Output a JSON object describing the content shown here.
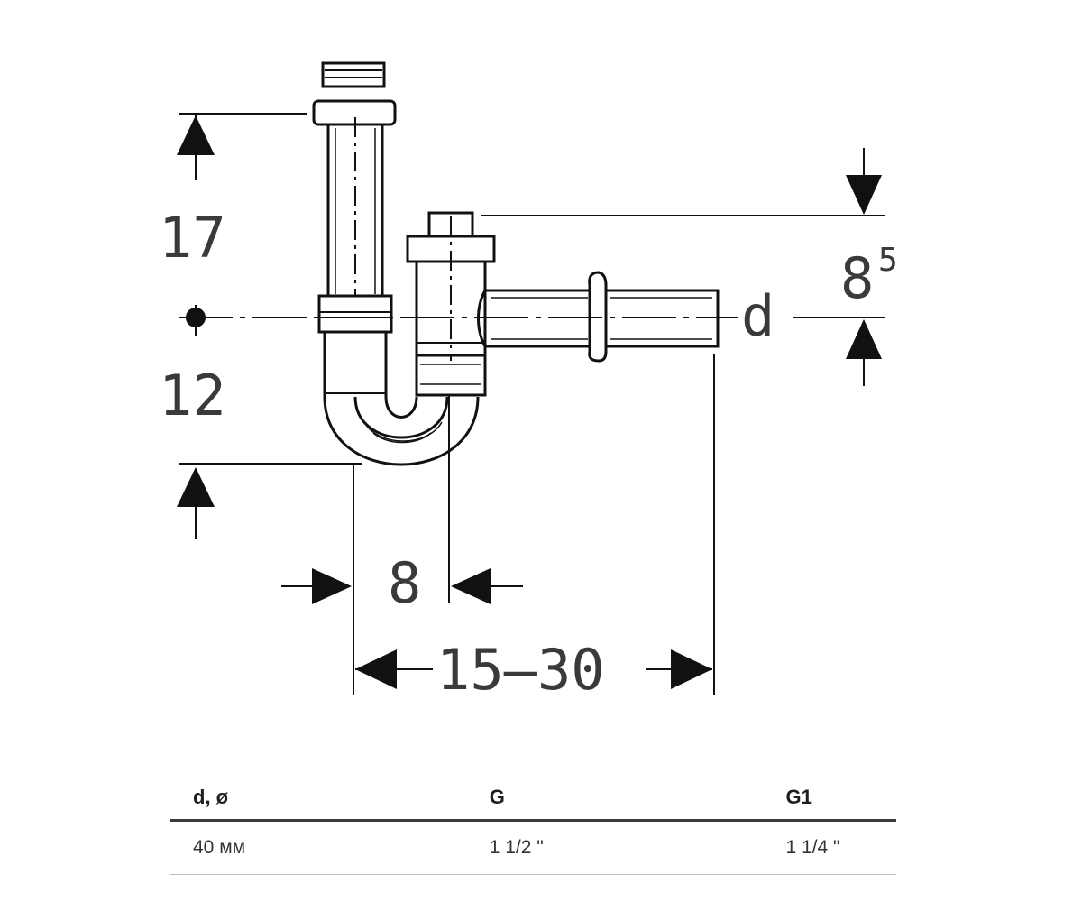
{
  "dimensions": {
    "height_upper": "17",
    "height_lower": "12",
    "outlet_height_base": "8",
    "outlet_height_sup": "5",
    "outlet_diameter": "d",
    "trap_width": "8",
    "outlet_reach": "15–30"
  },
  "table": {
    "headers": [
      "d, ø",
      "G",
      "G1"
    ],
    "rows": [
      [
        "40 мм",
        "1 1/2 \"",
        "1 1/4 \""
      ]
    ]
  },
  "colors": {
    "line": "#111111",
    "text": "#3a3a3a",
    "rule": "#3a3a3a"
  }
}
